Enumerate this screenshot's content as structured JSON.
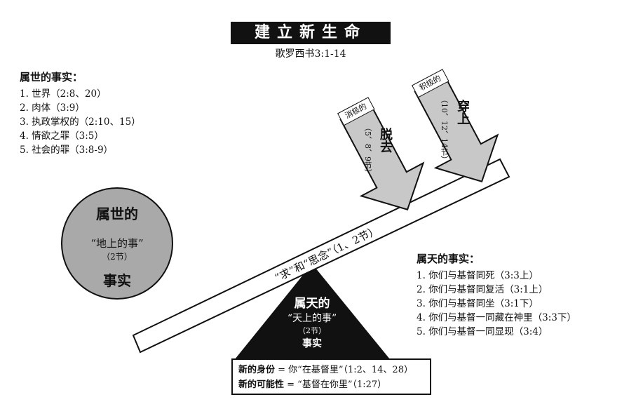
{
  "title": "建立新生命",
  "subtitle": "歌罗西书3:1-14",
  "world_facts": {
    "heading": "属世的事实：",
    "items": [
      "1. 世界（2:8、20）",
      "2. 肉体（3:9）",
      "3. 执政掌权的（2:10、15）",
      "4. 情欲之罪（3:5）",
      "5. 社会的罪（3:8-9）"
    ]
  },
  "heaven_facts": {
    "heading": "属天的事实：",
    "items": [
      "1. 你们与基督同死（3:3上）",
      "2. 你们与基督同复活（3:1上）",
      "3. 你们与基督同坐（3:1下）",
      "4. 你们与基督一同藏在神里（3:3下）",
      "5. 你们与基督一同显现（3:4）"
    ]
  },
  "circle": {
    "top": "属世的",
    "middle": "“地上的事”",
    "verse": "（2节）",
    "bottom": "事实"
  },
  "triangle": {
    "top": "属天的",
    "middle": "“天上的事”",
    "verse": "（2节）",
    "bottom": "事实"
  },
  "board": "“求”和“思念”（1、2节）",
  "arrow_negative": {
    "tag": "消极的",
    "main": "脱去",
    "verses": "（5、8、9节）"
  },
  "arrow_positive": {
    "tag": "积极的",
    "main": "穿上",
    "verses": "（10、12、14节）"
  },
  "bottom_box": {
    "line1_bold": "新的身份",
    "line1_rest": " = 你“在基督里”（1:2、14、28）",
    "line2_bold": "新的可能性",
    "line2_rest": " = “基督在你里”（1:27）"
  }
}
